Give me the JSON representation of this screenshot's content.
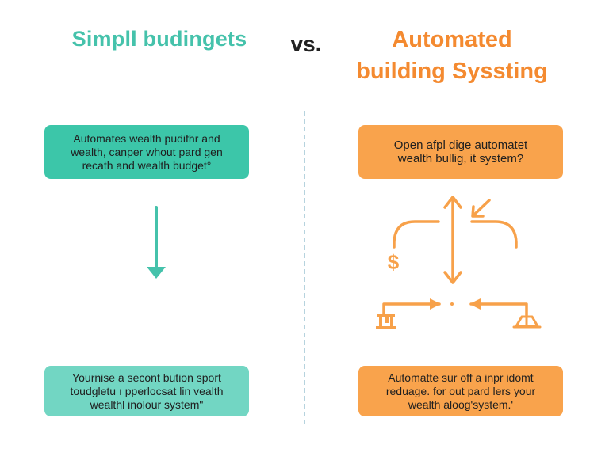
{
  "header": {
    "left_title": "Simpll budingets",
    "vs_label": "vs.",
    "right_title_line1": "Automated",
    "right_title_line2": "building Syssting"
  },
  "left_column": {
    "top_box": {
      "line1": "Automates wealth pudifhr and",
      "line2": "wealth, canper whout pard gen",
      "line3": "recath and wealth budget°"
    },
    "bottom_box": {
      "line1": "Yournise a secont bution sport",
      "line2": "toudgletu ı pperlocsat lin vealth",
      "line3": "wealthl inolour systemʺ"
    }
  },
  "right_column": {
    "top_box": {
      "line1": "Open afpl dige automatet",
      "line2": "wealth bullig, it system?"
    },
    "bottom_box": {
      "line1": "Automatte sur off a inpr idomt",
      "line2": "reduage. for out pard lers your",
      "line3": "wealth aloog'system.'"
    },
    "dollar_symbol": "$"
  },
  "colors": {
    "teal": "#45c2ab",
    "teal_box": "#3cc6a9",
    "teal_box_soft": "#72d6c3",
    "orange": "#f48a30",
    "orange_box": "#f9a34c",
    "divider": "#b6d3de"
  },
  "icons": [
    "down-arrow-icon",
    "dollar-icon",
    "vertical-double-arrow-icon",
    "diagonal-arrow-icon",
    "building-icon",
    "scale-icon",
    "right-arrow-icon",
    "left-arrow-icon"
  ]
}
